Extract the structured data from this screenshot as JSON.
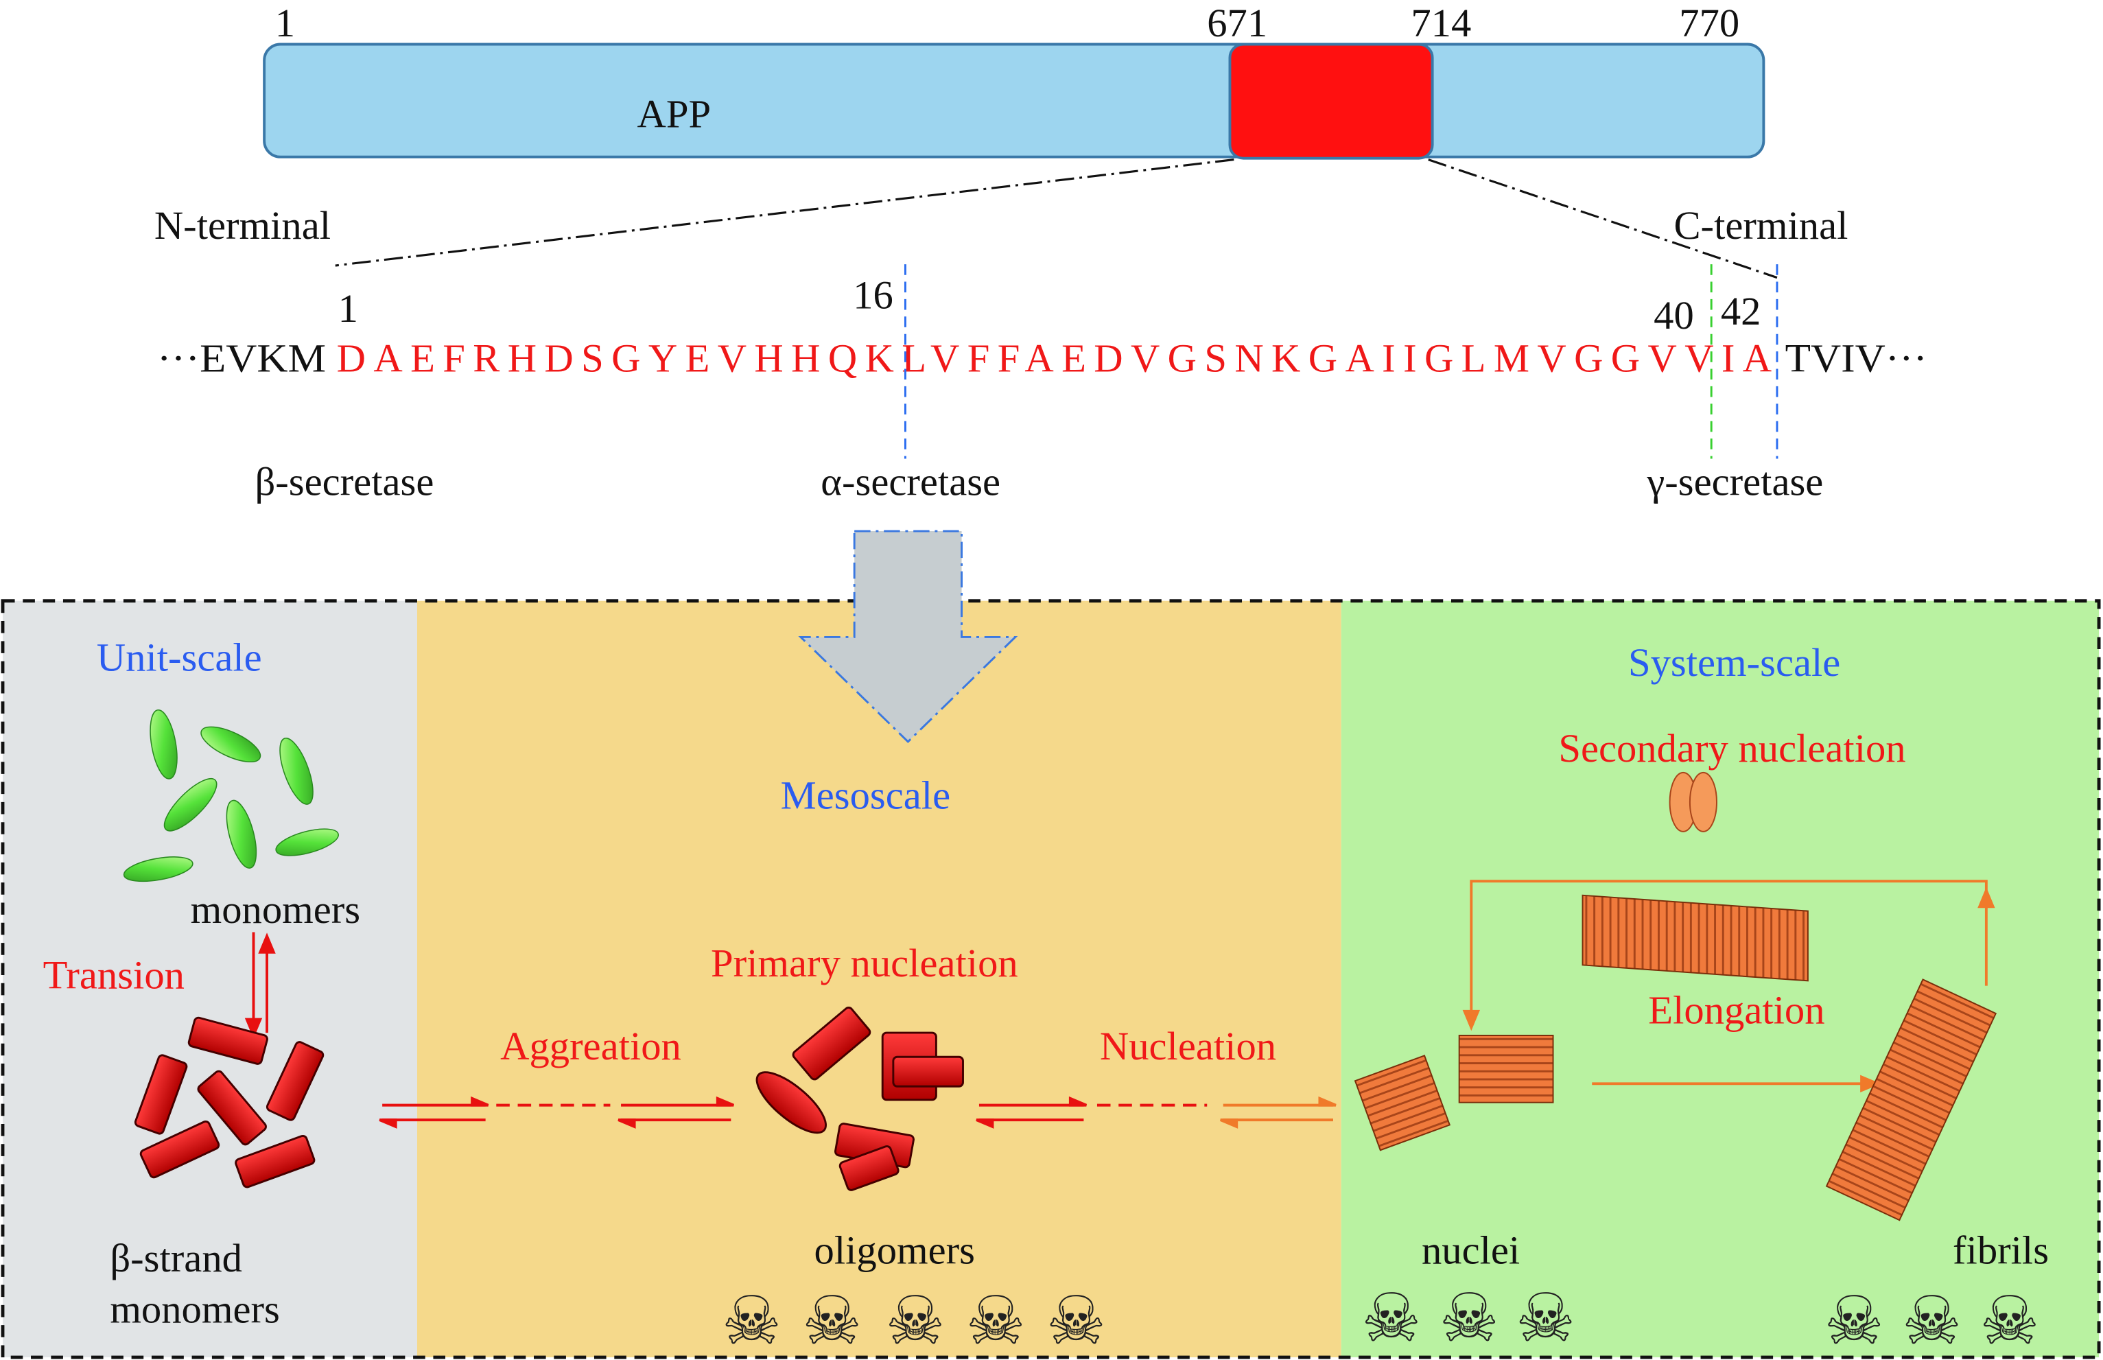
{
  "protein": {
    "name": "APP",
    "positions": [
      "1",
      "671",
      "714",
      "770"
    ],
    "n_terminal": "N-terminal",
    "c_terminal": "C-terminal"
  },
  "sequence": {
    "prefix": "···EVKM",
    "abeta": "DAEFRHDSGYEVHHQKLVFFAEDVGSNKGAIIGLMVGGVVIA",
    "suffix": "TVIV···",
    "residue_numbers": [
      "1",
      "16",
      "40",
      "42"
    ]
  },
  "secretases": [
    "β-secretase",
    "α-secretase",
    "γ-secretase"
  ],
  "scales": {
    "unit": "Unit-scale",
    "meso": "Mesoscale",
    "system": "System-scale"
  },
  "processes": {
    "transion": "Transion",
    "aggreation": "Aggreation",
    "primary": "Primary nucleation",
    "nucleation": "Nucleation",
    "secondary": "Secondary nucleation",
    "elongation": "Elongation"
  },
  "species": {
    "monomers": "monomers",
    "bstrand_1": "β-strand",
    "bstrand_2": "monomers",
    "oligomers": "oligomers",
    "nuclei": "nuclei",
    "fibrils": "fibrils"
  },
  "colors": {
    "app": "#9dd5ef",
    "abeta": "#ff1010",
    "unit_bg": "#e1e4e6",
    "meso_bg": "#f5d98b",
    "system_bg": "#b9f2a1"
  }
}
